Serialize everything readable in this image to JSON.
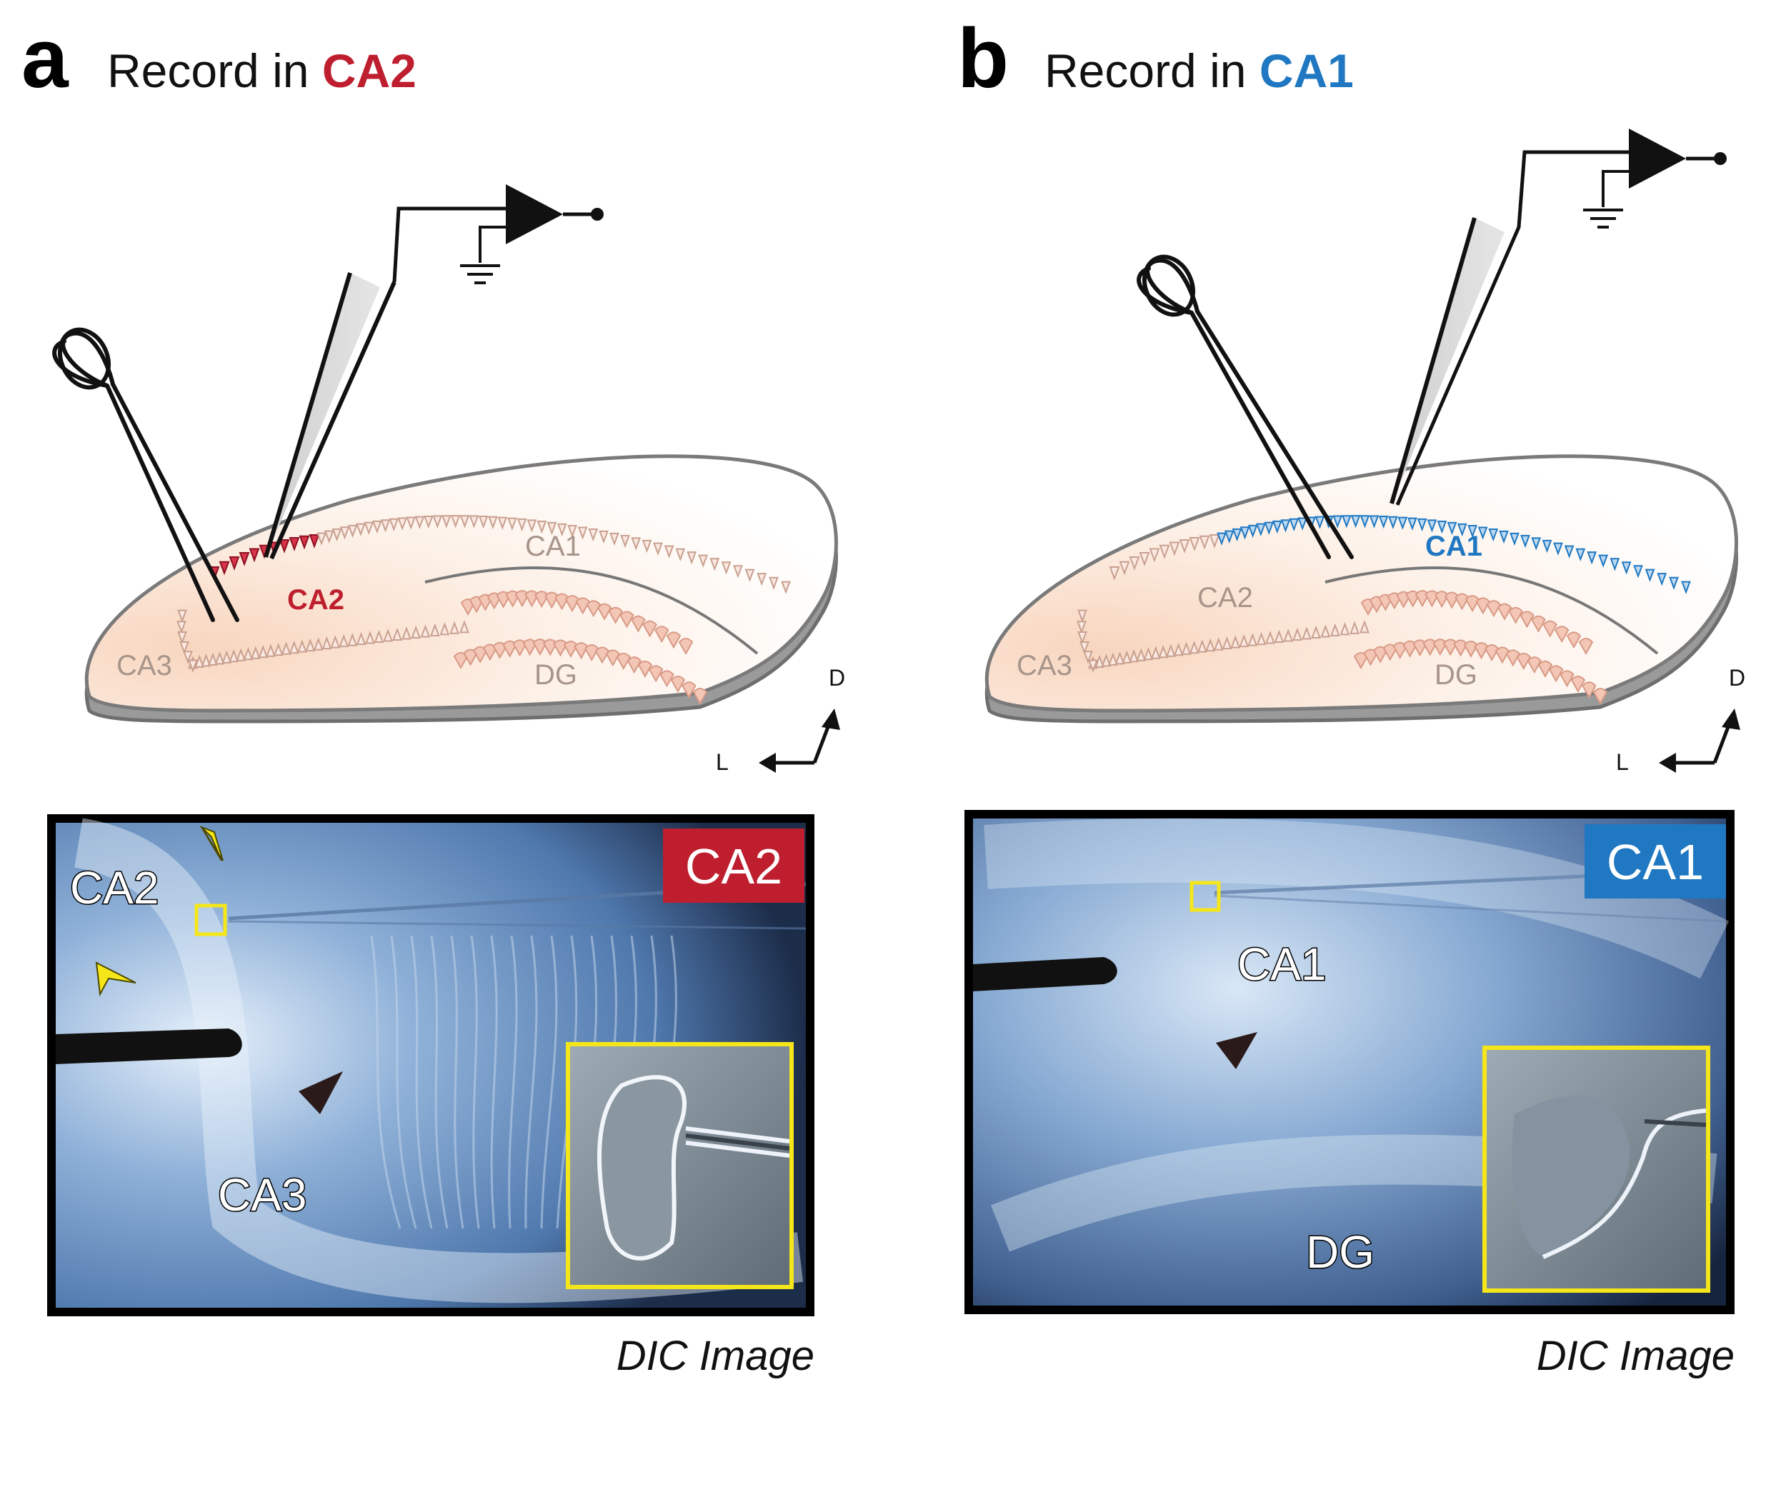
{
  "colors": {
    "ca2": "#be1e2d",
    "ca1": "#1f78c1",
    "slice_fill": "#fbe3d3",
    "cell_outline": "#c8a090",
    "label_muted": "#a8958a",
    "yellow": "#f5e61a"
  },
  "panels": [
    {
      "letter": "a",
      "title_prefix": "Record in ",
      "title_region": "CA2",
      "slice_labels": {
        "ca1": "CA1",
        "ca2": "CA2",
        "ca3": "CA3",
        "dg": "DG"
      },
      "axis_labels": {
        "dorsal": "D",
        "lateral": "L"
      },
      "photo_badge": "CA2",
      "photo_labels": {
        "top": "CA2",
        "bottom": "CA3"
      },
      "caption": "DIC Image"
    },
    {
      "letter": "b",
      "title_prefix": "Record in ",
      "title_region": "CA1",
      "slice_labels": {
        "ca1": "CA1",
        "ca2": "CA2",
        "ca3": "CA3",
        "dg": "DG"
      },
      "axis_labels": {
        "dorsal": "D",
        "lateral": "L"
      },
      "photo_badge": "CA1",
      "photo_labels": {
        "top": "CA1",
        "bottom": "DG"
      },
      "caption": "DIC Image"
    }
  ]
}
